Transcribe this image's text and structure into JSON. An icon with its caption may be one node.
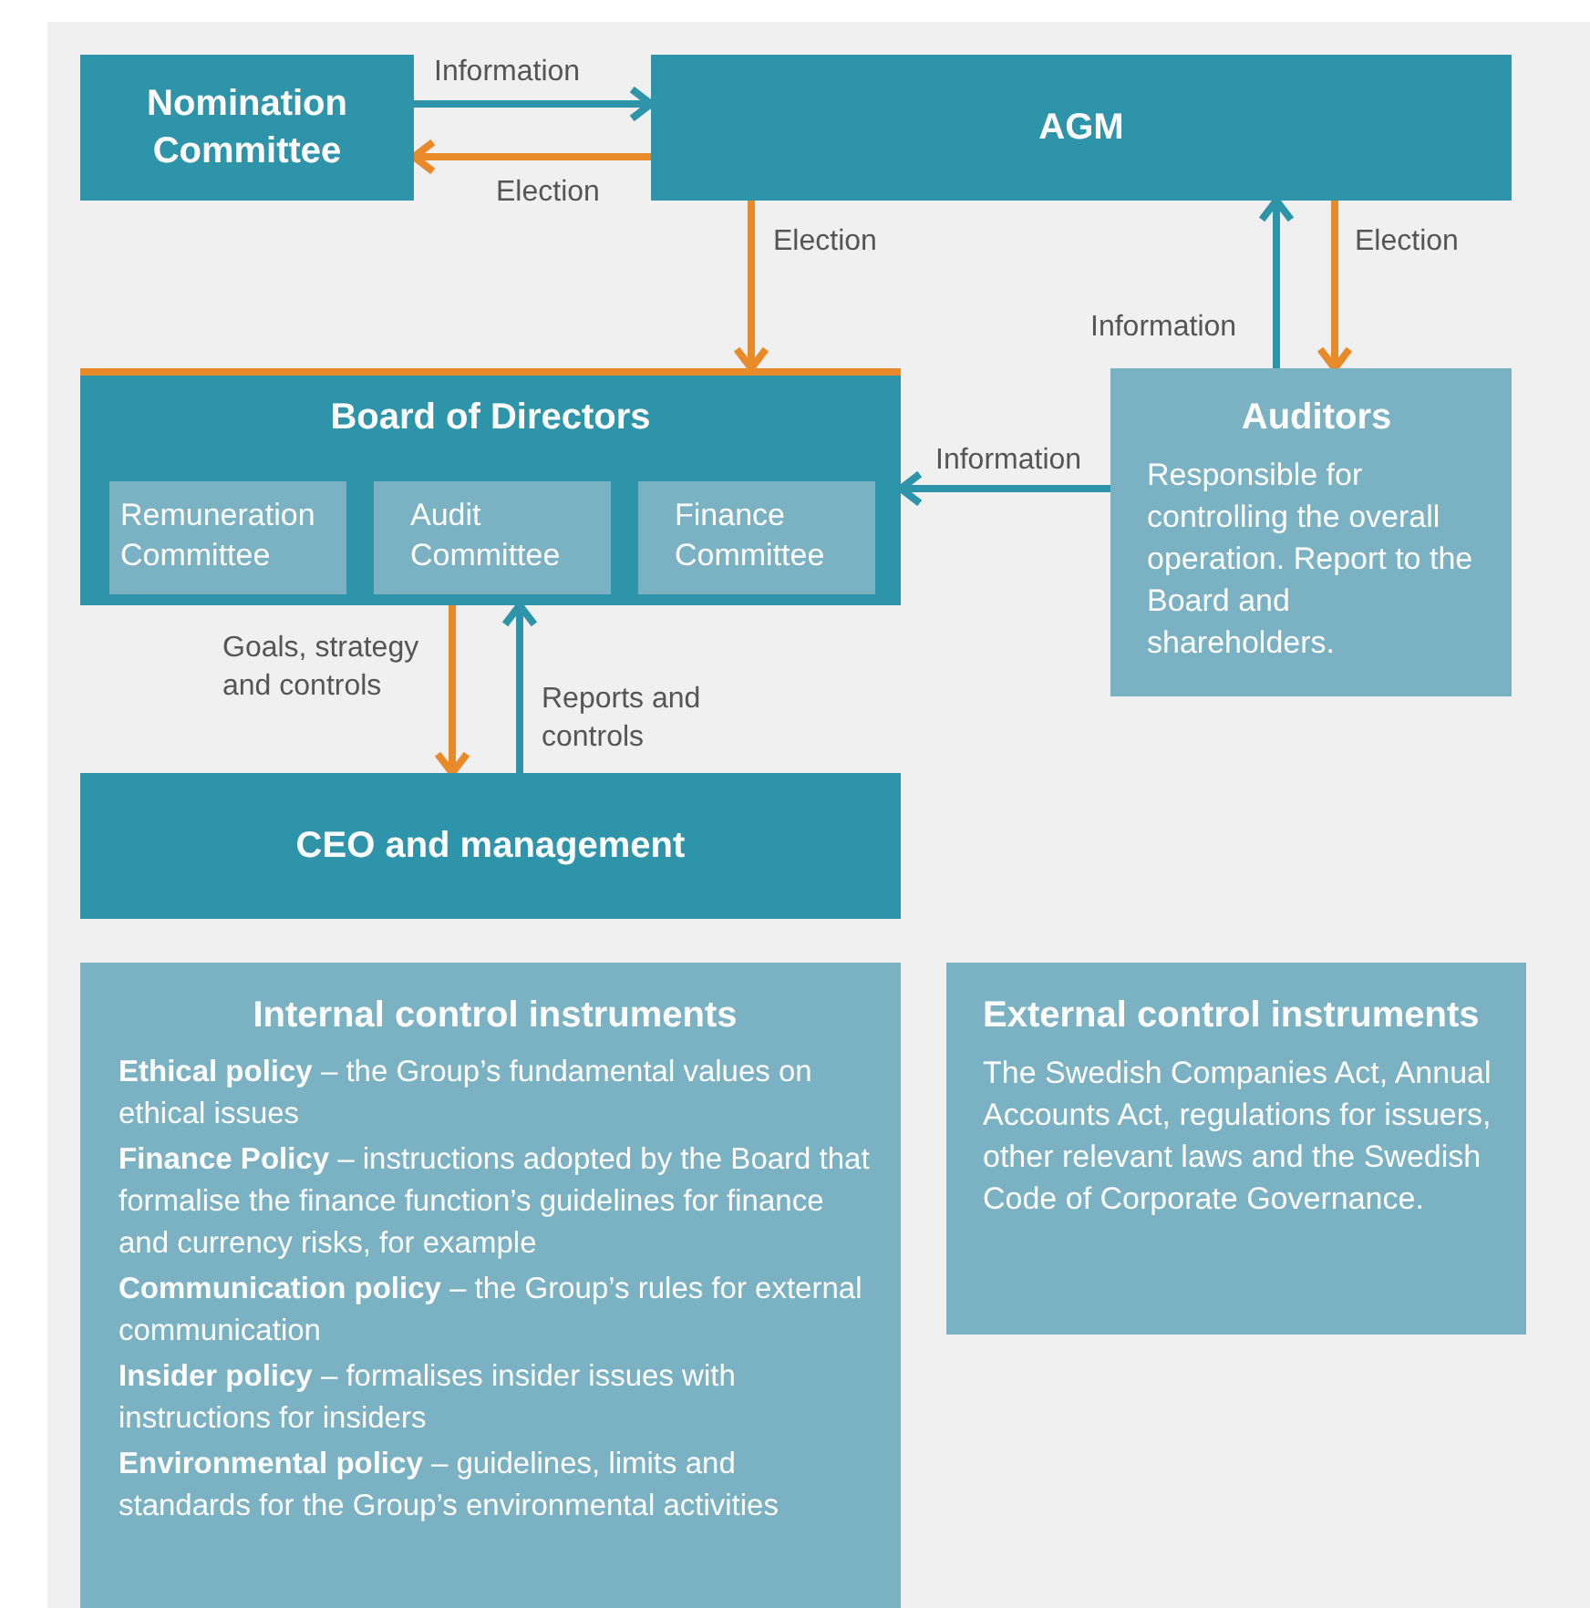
{
  "diagram": {
    "nodes": [
      {
        "text": [
          "Nomination Committee"
        ]
      },
      {
        "text": [
          "AGM"
        ]
      },
      {
        "text": [
          "Board of Directors"
        ]
      },
      {
        "text": [
          "Remuneration Committee"
        ],
        "in": 2
      },
      {
        "text": [
          "Audit Committee"
        ],
        "in": 2
      },
      {
        "text": [
          "Finance Committee"
        ],
        "in": 2
      },
      {
        "text": [
          "Auditors",
          "Responsible for controlling the overall operation. Report to the Board and shareholders."
        ]
      },
      {
        "text": [
          "CEO and management"
        ]
      },
      {
        "text": [
          "Internal control instruments",
          "**Ethical policy** – the Group’s fundamental values on ethical issues",
          "**Finance Policy** – instructions adopted by the Board that formalise the finance function’s guidelines for finance and currency risks, for example",
          "**Communication policy** – the Group’s rules for external communication",
          "**Insider policy** – formalises insider issues with instructions for insiders",
          "**Environmental policy** – guidelines, limits and standards for the Group’s environmental activities"
        ]
      },
      {
        "text": [
          "External control instruments",
          "The Swedish Companies Act, Annual Accounts Act, regulations for issuers, other relevant laws and the Swedish Code of Corporate Governance."
        ]
      }
    ],
    "edges": [
      {
        "from": 0,
        "to": 1,
        "arrow": "to",
        "label": "Information"
      },
      {
        "from": 1,
        "to": 0,
        "arrow": "to",
        "label": "Election",
        "color": "#e8892a"
      },
      {
        "from": 1,
        "to": 2,
        "arrow": "to",
        "label": "Election",
        "color": "#e8892a"
      },
      {
        "from": 6,
        "to": 1,
        "arrow": "to",
        "label": "Information"
      },
      {
        "from": 1,
        "to": 6,
        "arrow": "to",
        "label": "Election",
        "color": "#e8892a"
      },
      {
        "from": 6,
        "to": 2,
        "arrow": "to",
        "label": "Information"
      },
      {
        "from": 2,
        "to": 7,
        "arrow": "to",
        "label": "Goals, strategy and controls",
        "color": "#e8892a"
      },
      {
        "from": 7,
        "to": 2,
        "arrow": "to",
        "label": "Reports and controls"
      }
    ]
  }
}
